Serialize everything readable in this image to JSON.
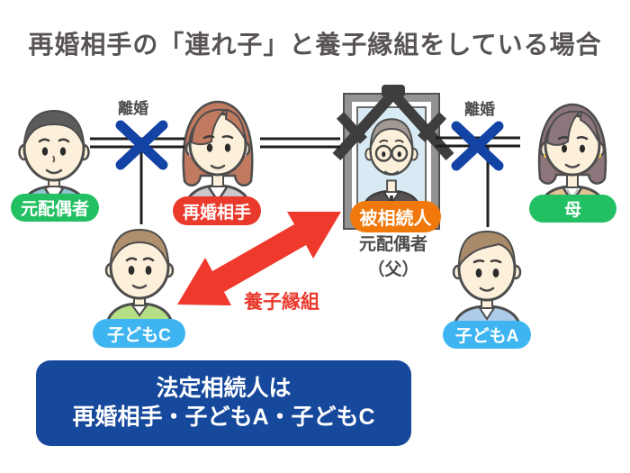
{
  "title": "再婚相手の「連れ子」と養子縁組をしている場合",
  "diagram": {
    "divorce_left_label": "離婚",
    "divorce_right_label": "離婚",
    "adoption_label": "養子縁組",
    "people": {
      "ex_spouse": {
        "badge": "元配偶者"
      },
      "remarriage_partner": {
        "badge": "再婚相手"
      },
      "deceased": {
        "badge": "被相続人",
        "note_line1": "元配偶者",
        "note_line2": "（父）"
      },
      "mother": {
        "badge": "母"
      },
      "child_c": {
        "badge": "子どもC"
      },
      "child_a": {
        "badge": "子どもA"
      }
    },
    "colors": {
      "badge_green": "#23c063",
      "badge_red": "#e93a2c",
      "badge_orange": "#f1780b",
      "badge_blue": "#3eb5f1",
      "divorce_x_blue": "#1243a5",
      "arrow_red": "#ef392c",
      "line_black": "#1f1f1f",
      "result_box_bg": "#16489c",
      "title_gray": "#595454"
    }
  },
  "result_box": {
    "line1": "法定相続人は",
    "line2": "再婚相手・子どもA・子どもC"
  }
}
